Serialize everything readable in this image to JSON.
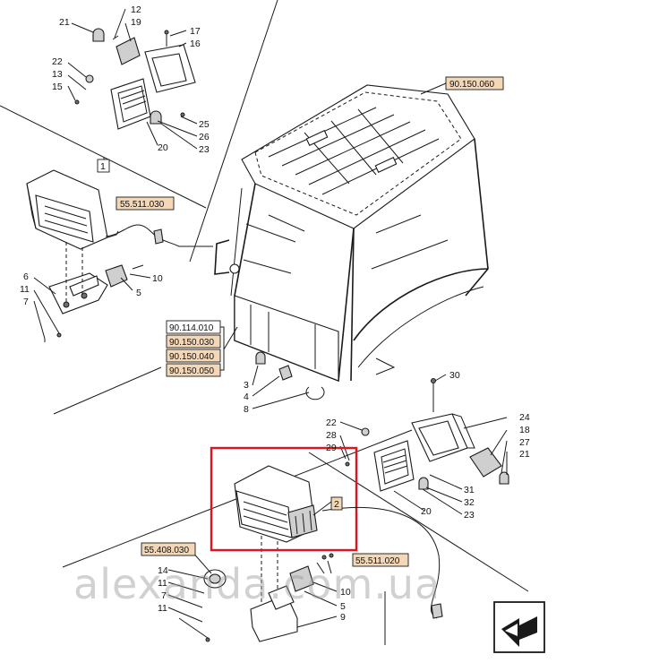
{
  "diagram": {
    "callouts": {
      "c21a": "21",
      "c12": "12",
      "c19": "19",
      "c17": "17",
      "c16": "16",
      "c22a": "22",
      "c13": "13",
      "c15": "15",
      "c25": "25",
      "c26": "26",
      "c20a": "20",
      "c23a": "23",
      "c1": "1",
      "c6": "6",
      "c11a": "11",
      "c7a": "7",
      "c5a": "5",
      "c10a": "10",
      "c3": "3",
      "c4": "4",
      "c8": "8",
      "c30": "30",
      "c22b": "22",
      "c28": "28",
      "c29": "29",
      "c24": "24",
      "c18": "18",
      "c27": "27",
      "c21b": "21",
      "c31": "31",
      "c32": "32",
      "c23b": "23",
      "c20b": "20",
      "c2": "2",
      "c14": "14",
      "c11b": "11",
      "c7b": "7",
      "c11c": "11",
      "c10b": "10",
      "c5b": "5",
      "c9": "9"
    },
    "refs": {
      "r_90150060": "90.150.060",
      "r_55511030": "55.511.030",
      "r_90114010": "90.114.010",
      "r_90150030": "90.150.030",
      "r_90150040": "90.150.040",
      "r_90150050": "90.150.050",
      "r_55408030": "55.408.030",
      "r_55511020": "55.511.020"
    },
    "watermark": "alexanda.com.ua"
  }
}
